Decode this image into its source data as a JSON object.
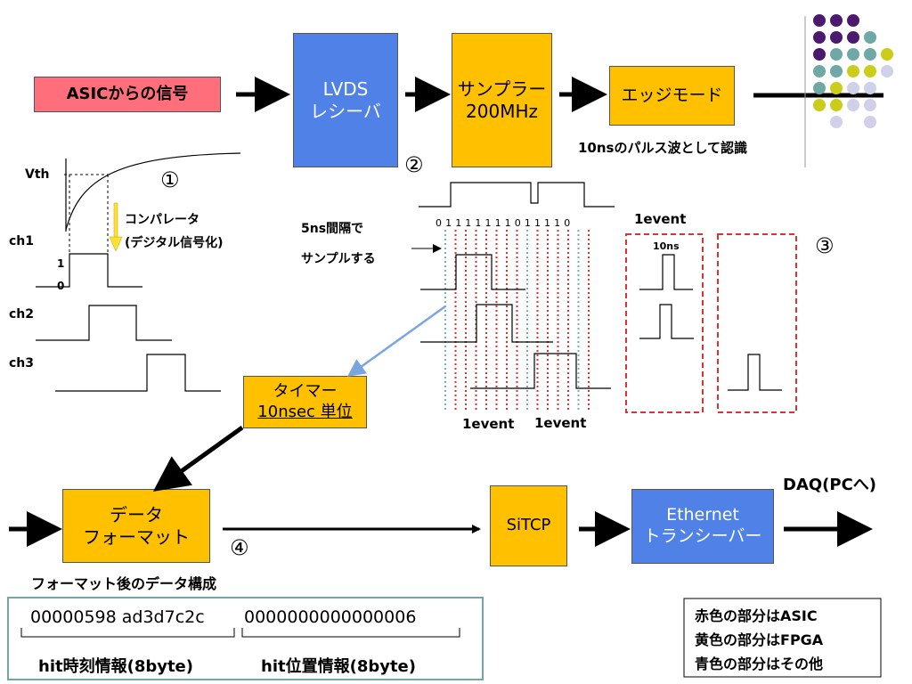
{
  "blocks": {
    "asic_signal": "ASICからの信号",
    "lvds": [
      "LVDS",
      "レシーバ"
    ],
    "sampler": [
      "サンプラー",
      "200MHz"
    ],
    "edge_mode": "エッジモード",
    "timer": [
      "タイマー",
      "10nsec 単位"
    ],
    "data_format": [
      "データ",
      "フォーマット"
    ],
    "sitcp": "SiTCP",
    "ethernet": [
      "Ethernet",
      "トランシーバー"
    ]
  },
  "labels": {
    "pulse_recognize": "10nsのパルス波として認識",
    "vth": "Vth",
    "comparator": "コンパレータ",
    "digitize": "(デジタル信号化)",
    "ch1": "ch1",
    "ch2": "ch2",
    "ch3": "ch3",
    "level_1": "1",
    "level_0": "0",
    "sample_interval": [
      "5ns間隔で",
      "サンプルする"
    ],
    "bit_sequence": "0 1 1 1 1 1 1 1 0 1 1 1 1 0",
    "event": "1event",
    "event_top": "1event",
    "ten_ns": "10ns",
    "daq": "DAQ(PCへ)",
    "format_caption": "フォーマット後のデータ構成",
    "hex_time": "00000598 ad3d7c2c",
    "hex_pos": "0000000000000006",
    "hit_time": "hit時刻情報(8byte)",
    "hit_pos": "hit位置情報(8byte)"
  },
  "steps": [
    "①",
    "②",
    "③",
    "④"
  ],
  "legend": [
    {
      "prefix": "赤色の部分は",
      "key": "ASIC"
    },
    {
      "prefix": "黄色の部分は",
      "key": "FPGA"
    },
    {
      "prefix": "青色の部分は",
      "key": "その他"
    }
  ],
  "colors": {
    "blue_block": "#4f81e6",
    "gold_block": "#ffc000",
    "pink_block": "#ff6f7b",
    "red_dash": "#e03030",
    "teal_dash": "#6fb5b0",
    "dot_purple": "#4b1a6e",
    "dot_teal": "#6fa8a5",
    "dot_yellow": "#cccc1a",
    "dot_lavender": "#d0d0e8"
  }
}
